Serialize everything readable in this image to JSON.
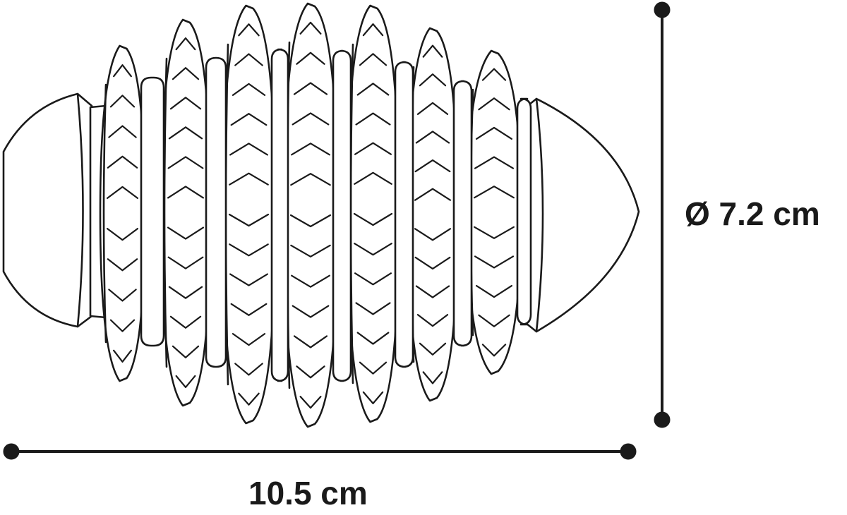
{
  "diagram": {
    "dimensions": {
      "diameter_label": "Ø 7.2 cm",
      "length_label": "10.5 cm"
    },
    "colors": {
      "stroke": "#1a1a1a",
      "background": "#ffffff"
    },
    "object": {
      "kind": "ridged-toy-outline",
      "ring_count": 7
    }
  }
}
